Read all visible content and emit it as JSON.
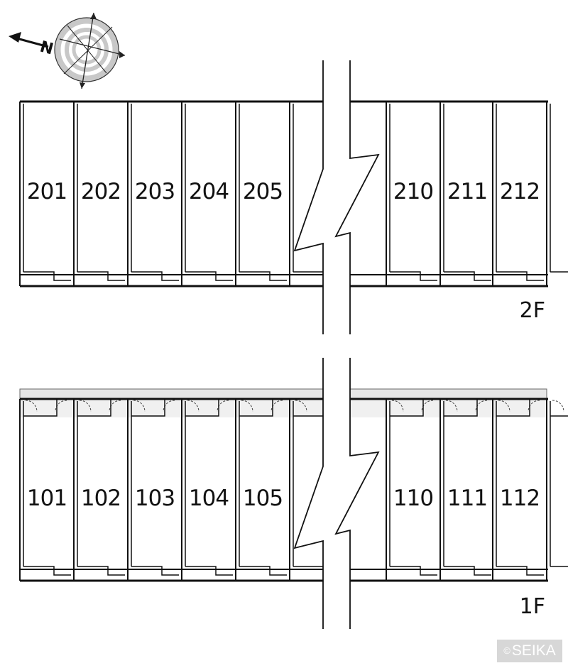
{
  "compass": {
    "north_label": "N"
  },
  "floors": [
    {
      "label": "2F",
      "units_left": [
        "201",
        "202",
        "203",
        "204",
        "205"
      ],
      "units_right": [
        "210",
        "211",
        "212"
      ]
    },
    {
      "label": "1F",
      "units_left": [
        "101",
        "102",
        "103",
        "104",
        "105"
      ],
      "units_right": [
        "110",
        "111",
        "112"
      ]
    }
  ],
  "credit": {
    "symbol": "©",
    "text": "SEIKA"
  }
}
